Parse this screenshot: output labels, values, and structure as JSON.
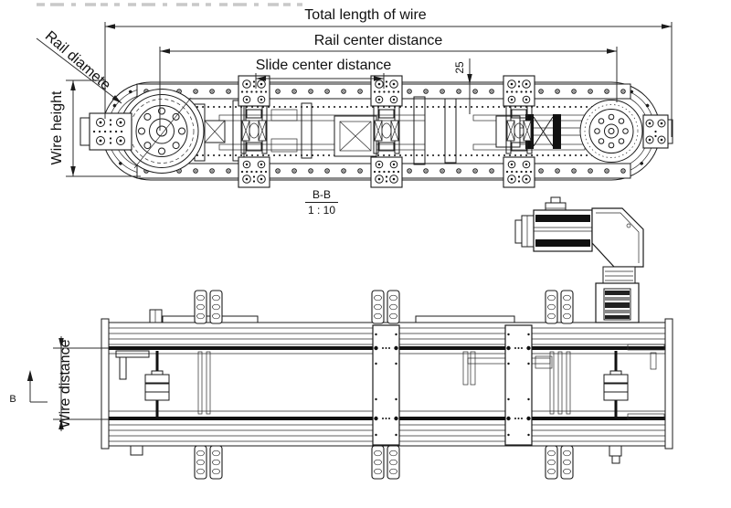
{
  "labels": {
    "total_length_of_wire": "Total length of wire",
    "rail_center_distance": "Rail center distance",
    "slide_center_distance": "Slide center distance",
    "rail_diameter": "Rail diamete",
    "wire_height": "Wire height",
    "wire_distance": "Wire distance",
    "rail_offset": "25",
    "section_view": {
      "title": "B-B",
      "scale": "1 : 10"
    },
    "section_arrow": "B"
  },
  "colors": {
    "background": "#ffffff",
    "line": "#1b1b1b",
    "wire": "#000000",
    "dimension": "#2e2e2e",
    "clipped_header": "#c9c9c9"
  }
}
